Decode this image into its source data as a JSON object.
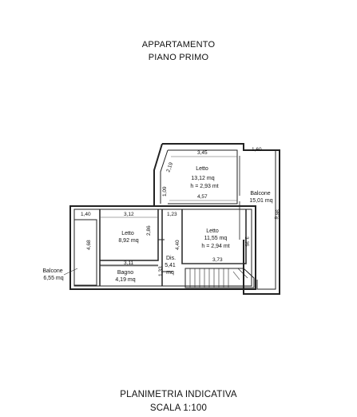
{
  "header": {
    "line1": "APPARTAMENTO",
    "line2": "PIANO PRIMO"
  },
  "footer": {
    "line1": "PLANIMETRIA INDICATIVA",
    "line2": "SCALA 1:100"
  },
  "rooms": {
    "letto_a": {
      "name": "Letto",
      "area": "13,12 mq",
      "height": "h = 2,93 mt"
    },
    "letto_b": {
      "name": "Letto",
      "area": "11,55 mq",
      "height": "h = 2,94 mt"
    },
    "letto_c": {
      "name": "Letto",
      "area": "8,92 mq"
    },
    "balcone_right": {
      "name": "Balcone",
      "area": "15,01 mq"
    },
    "balcone_left": {
      "name": "Balcone",
      "area": "6,55 mq"
    },
    "bagno": {
      "name": "Bagno",
      "area": "4,19 mq"
    },
    "dis": {
      "name": "Dis.",
      "area": "5,41",
      "unit": "mq"
    }
  },
  "dimensions": {
    "d_345": "3,45",
    "d_160": "1,60",
    "d_219": "2,19",
    "d_109": "1,09",
    "d_457": "4,57",
    "d_140": "1,40",
    "d_312": "3,12",
    "d_123": "1,23",
    "d_286": "2,86",
    "d_468": "4,68",
    "d_440": "4,40",
    "d_373": "3,73",
    "d_335": "3,35",
    "d_311": "3,11",
    "d_133": "1,33",
    "d_996": "9,96"
  }
}
